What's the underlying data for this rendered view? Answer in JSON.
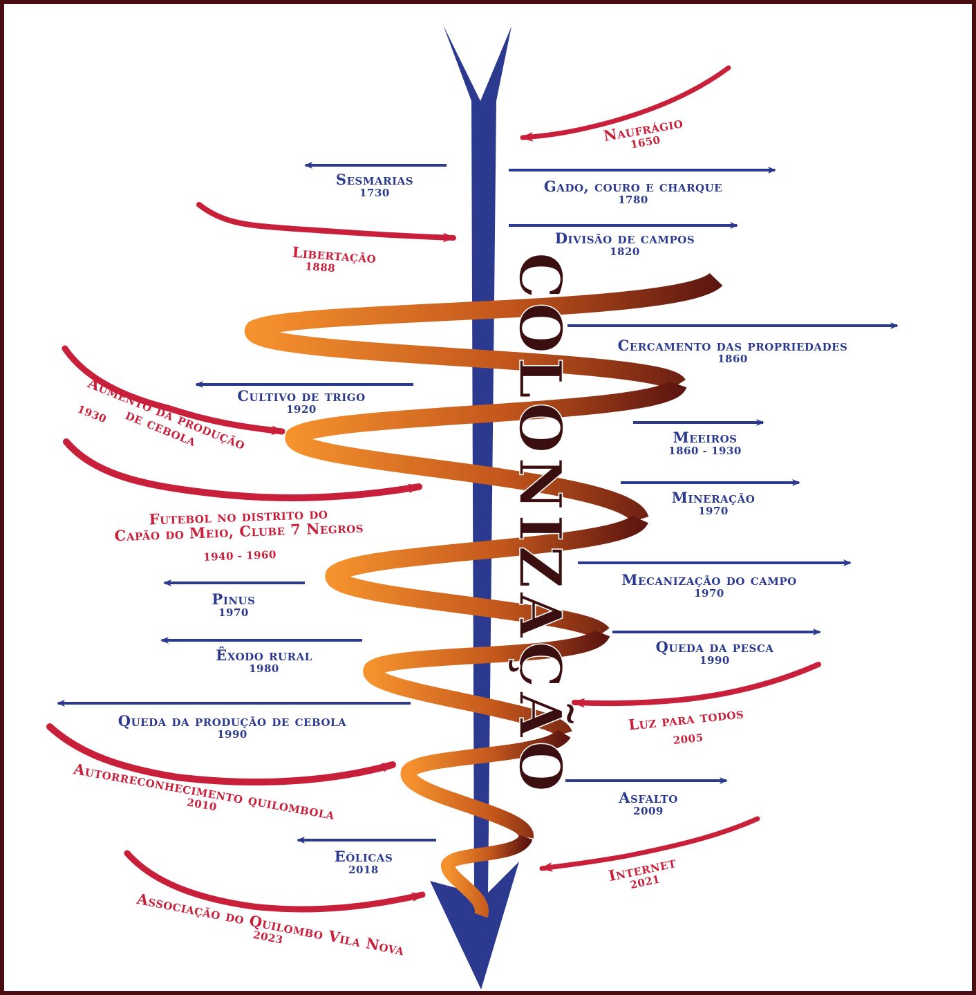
{
  "central_word": "COLONIZAÇÃO",
  "colors": {
    "frame": "#4a0d12",
    "timeline_blue": "#2b3a8f",
    "event_red": "#c8203a",
    "ribbon_light": "#f5922e",
    "ribbon_dark": "#6b1a12",
    "central_word": "#3b0f0f"
  },
  "events": {
    "naufragio": {
      "title": "Naufrágio",
      "year": "1650"
    },
    "sesmarias": {
      "title": "Sesmarias",
      "year": "1730"
    },
    "gado": {
      "title": "Gado, couro e charque",
      "year": "1780"
    },
    "divisao": {
      "title": "Divisão de campos",
      "year": "1820"
    },
    "libertacao": {
      "title": "Libertação",
      "year": "1888"
    },
    "cercamento": {
      "title": "Cercamento das propriedades",
      "year": "1860"
    },
    "trigo": {
      "title": "Cultivo de trigo",
      "year": "1920"
    },
    "cebola_aumento": {
      "title_line1": "Aumento da produção",
      "title_line2": "de cebola",
      "year": "1930"
    },
    "meeiros": {
      "title": "Meeiros",
      "year": "1860 - 1930"
    },
    "mineracao": {
      "title": "Mineração",
      "year": "1970"
    },
    "futebol": {
      "title_line1": "Futebol no distrito do",
      "title_line2": "Capão do Meio, Clube 7 Negros",
      "year": "1940 - 1960"
    },
    "mecanizacao": {
      "title": "Mecanização do campo",
      "year": "1970"
    },
    "pinus": {
      "title": "Pinus",
      "year": "1970"
    },
    "pesca": {
      "title": "Queda da pesca",
      "year": "1990"
    },
    "exodo": {
      "title": "Êxodo rural",
      "year": "1980"
    },
    "luz": {
      "title": "Luz para todos",
      "year": "2005"
    },
    "cebola_queda": {
      "title": "Queda da produção de cebola",
      "year": "1990"
    },
    "autorreconhecimento": {
      "title": "Autorreconhecimento quilombola",
      "year": "2010"
    },
    "asfalto": {
      "title": "Asfalto",
      "year": "2009"
    },
    "eolicas": {
      "title": "Eólicas",
      "year": "2018"
    },
    "internet": {
      "title": "Internet",
      "year": "2021"
    },
    "associacao": {
      "title": "Associação do Quilombo Vila Nova",
      "year": "2023"
    }
  }
}
